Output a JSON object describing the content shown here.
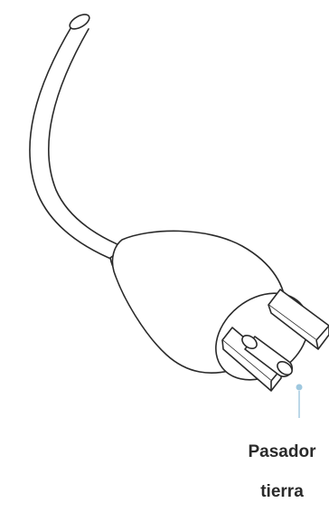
{
  "diagram": {
    "label_line_1": "Pasador",
    "label_line_2": "tierra",
    "colors": {
      "stroke": "#2a2a2a",
      "fill": "#ffffff",
      "callout": "#9fc8df",
      "label": "#2a2a2a"
    },
    "icon": "plug-with-ground-pin"
  }
}
